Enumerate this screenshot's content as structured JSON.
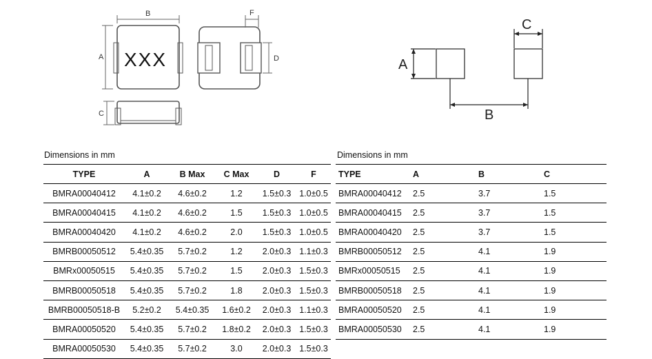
{
  "left_drawing": {
    "label_B": "B",
    "label_A": "A",
    "label_F": "F",
    "label_D": "D",
    "label_C": "C",
    "marking": "XXX"
  },
  "right_drawing": {
    "label_A": "A",
    "label_B": "B",
    "label_C": "C"
  },
  "table1": {
    "caption": "Dimensions in mm",
    "headers": [
      "TYPE",
      "A",
      "B Max",
      "C Max",
      "D",
      "F"
    ],
    "rows": [
      [
        "BMRA00040412",
        "4.1±0.2",
        "4.6±0.2",
        "1.2",
        "1.5±0.3",
        "1.0±0.5"
      ],
      [
        "BMRA00040415",
        "4.1±0.2",
        "4.6±0.2",
        "1.5",
        "1.5±0.3",
        "1.0±0.5"
      ],
      [
        "BMRA00040420",
        "4.1±0.2",
        "4.6±0.2",
        "2.0",
        "1.5±0.3",
        "1.0±0.5"
      ],
      [
        "BMRB00050512",
        "5.4±0.35",
        "5.7±0.2",
        "1.2",
        "2.0±0.3",
        "1.1±0.3"
      ],
      [
        "BMRx00050515",
        "5.4±0.35",
        "5.7±0.2",
        "1.5",
        "2.0±0.3",
        "1.5±0.3"
      ],
      [
        "BMRB00050518",
        "5.4±0.35",
        "5.7±0.2",
        "1.8",
        "2.0±0.3",
        "1.5±0.3"
      ],
      [
        "BMRB00050518-B",
        "5.2±0.2",
        "5.4±0.35",
        "1.6±0.2",
        "2.0±0.3",
        "1.1±0.3"
      ],
      [
        "BMRA00050520",
        "5.4±0.35",
        "5.7±0.2",
        "1.8±0.2",
        "2.0±0.3",
        "1.5±0.3"
      ],
      [
        "BMRA00050530",
        "5.4±0.35",
        "5.7±0.2",
        "3.0",
        "2.0±0.3",
        "1.5±0.3"
      ]
    ]
  },
  "table2": {
    "caption": "Dimensions in mm",
    "headers": [
      "TYPE",
      "A",
      "B",
      "C"
    ],
    "rows": [
      [
        "BMRA00040412",
        "2.5",
        "3.7",
        "1.5"
      ],
      [
        "BMRA00040415",
        "2.5",
        "3.7",
        "1.5"
      ],
      [
        "BMRA00040420",
        "2.5",
        "3.7",
        "1.5"
      ],
      [
        "BMRB00050512",
        "2.5",
        "4.1",
        "1.9"
      ],
      [
        "BMRx00050515",
        "2.5",
        "4.1",
        "1.9"
      ],
      [
        "BMRB00050518",
        "2.5",
        "4.1",
        "1.9"
      ],
      [
        "BMRA00050520",
        "2.5",
        "4.1",
        "1.9"
      ],
      [
        "BMRA00050530",
        "2.5",
        "4.1",
        "1.9"
      ]
    ]
  }
}
